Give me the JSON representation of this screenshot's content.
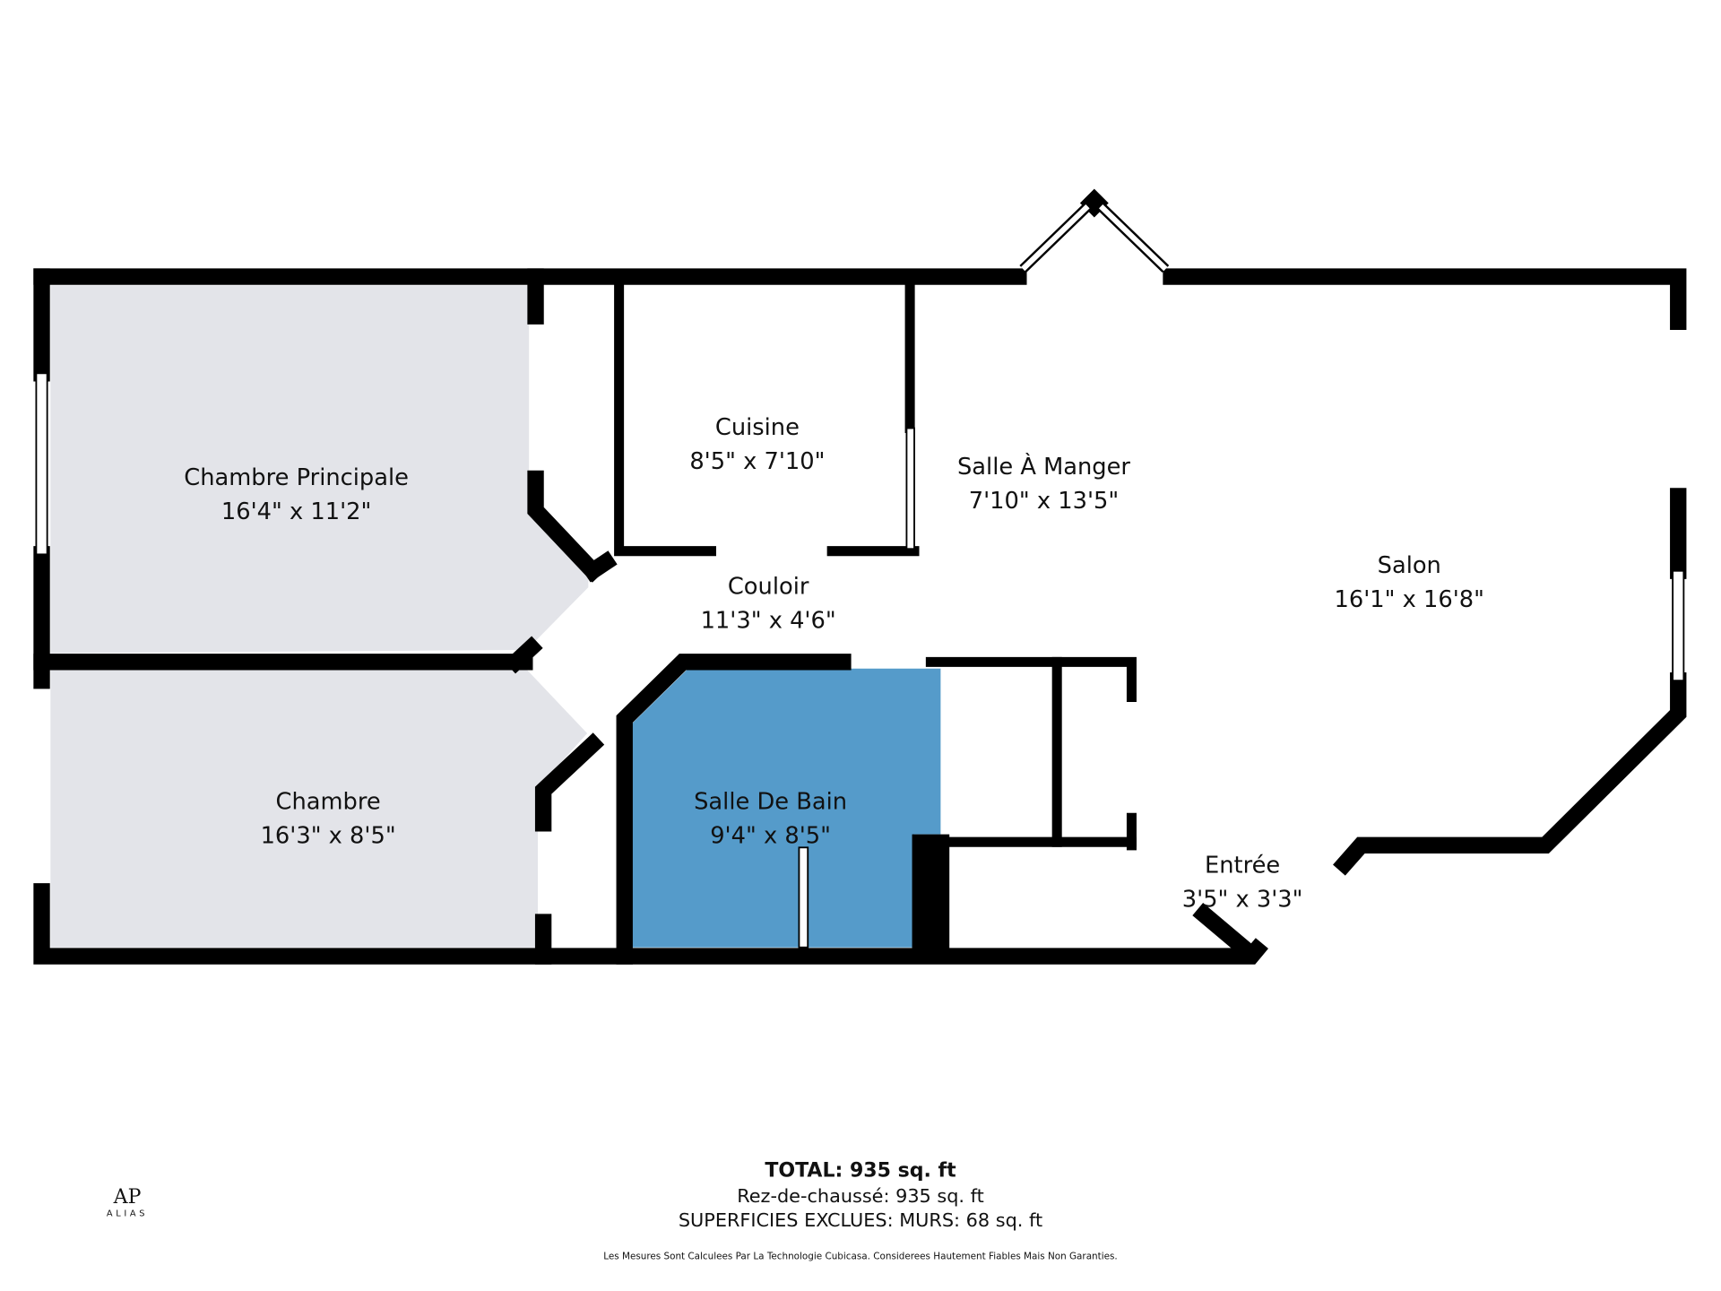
{
  "colors": {
    "wall": "#000000",
    "bedroom_fill": "#e3e4e9",
    "bathroom_fill": "#559bca"
  },
  "rooms": {
    "chambre_principale": {
      "name": "Chambre Principale",
      "size": "16'4\" x 11'2\""
    },
    "cuisine": {
      "name": "Cuisine",
      "size": "8'5\" x 7'10\""
    },
    "salle_a_manger": {
      "name": "Salle À Manger",
      "size": "7'10\" x 13'5\""
    },
    "salon": {
      "name": "Salon",
      "size": "16'1\" x 16'8\""
    },
    "couloir": {
      "name": "Couloir",
      "size": "11'3\" x 4'6\""
    },
    "chambre": {
      "name": "Chambre",
      "size": "16'3\" x 8'5\""
    },
    "salle_de_bain": {
      "name": "Salle De Bain",
      "size": "9'4\" x 8'5\""
    },
    "entree": {
      "name": "Entrée",
      "size": "3'5\" x 3'3\""
    }
  },
  "summary": {
    "total": "TOTAL: 935 sq. ft",
    "floor": "Rez-de-chaussé: 935 sq. ft",
    "excluded": "SUPERFICIES EXCLUES: MURS: 68 sq. ft",
    "disclaimer": "Les Mesures Sont Calculees Par La Technologie Cubicasa. Considerees Hautement Fiables Mais Non Garanties."
  },
  "logo": {
    "mark": "AP",
    "name": "ALIAS"
  }
}
